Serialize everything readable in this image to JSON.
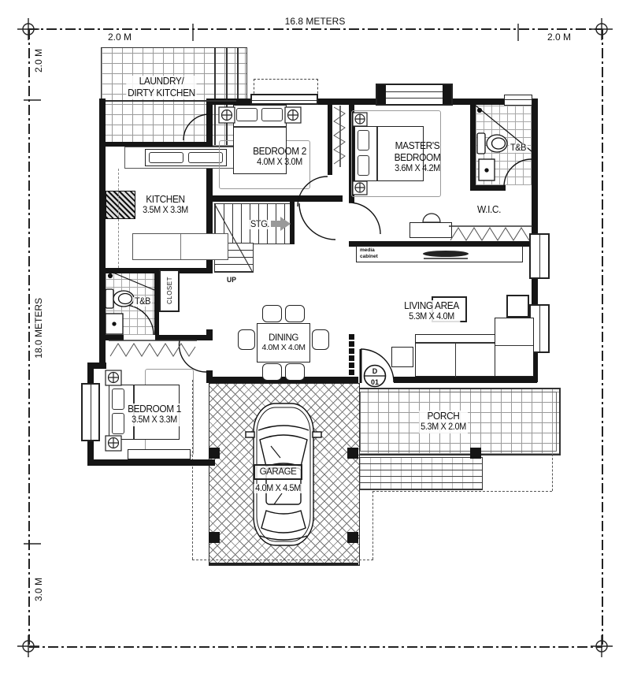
{
  "dimensions": {
    "top_total": "16.8 METERS",
    "top_left": "2.0 M",
    "top_right": "2.0 M",
    "side_top": "2.0 M",
    "side_total": "18.0 METERS",
    "side_bottom": "3.0 M"
  },
  "rooms": {
    "laundry": {
      "line1": "LAUNDRY/",
      "line2": "DIRTY KITCHEN"
    },
    "bedroom2": {
      "name": "BEDROOM 2",
      "size": "4.0M X 3.0M"
    },
    "master_bedroom": {
      "line1": "MASTER'S",
      "line2": "BEDROOM",
      "size": "3.6M X 4.2M"
    },
    "kitchen": {
      "name": "KITCHEN",
      "size": "3.5M X 3.3M"
    },
    "living_area": {
      "name": "LIVING AREA",
      "size": "5.3M X 4.0M"
    },
    "dining": {
      "name": "DINING",
      "size": "4.0M X 4.0M"
    },
    "bedroom1": {
      "name": "BEDROOM 1",
      "size": "3.5M X 3.3M"
    },
    "porch": {
      "name": "PORCH",
      "size": "5.3M X 2.0M"
    },
    "garage": {
      "name": "GARAGE",
      "size": "4.0M X 4.5M"
    },
    "tb_left": {
      "name": "T&B"
    },
    "tb_right": {
      "name": "T&B"
    },
    "wic": {
      "name": "W.I.C."
    },
    "storage": {
      "name": "STG."
    },
    "closet": {
      "name": "CLOSET"
    },
    "stairs": {
      "up": "UP"
    },
    "media_cabinet": {
      "line1": "media",
      "line2": "cabinet"
    }
  },
  "door_tag": {
    "letter": "D",
    "number": "01"
  },
  "colors": {
    "line": "#151515",
    "tile": "#9a9a9a",
    "accent_gray": "#999999"
  }
}
